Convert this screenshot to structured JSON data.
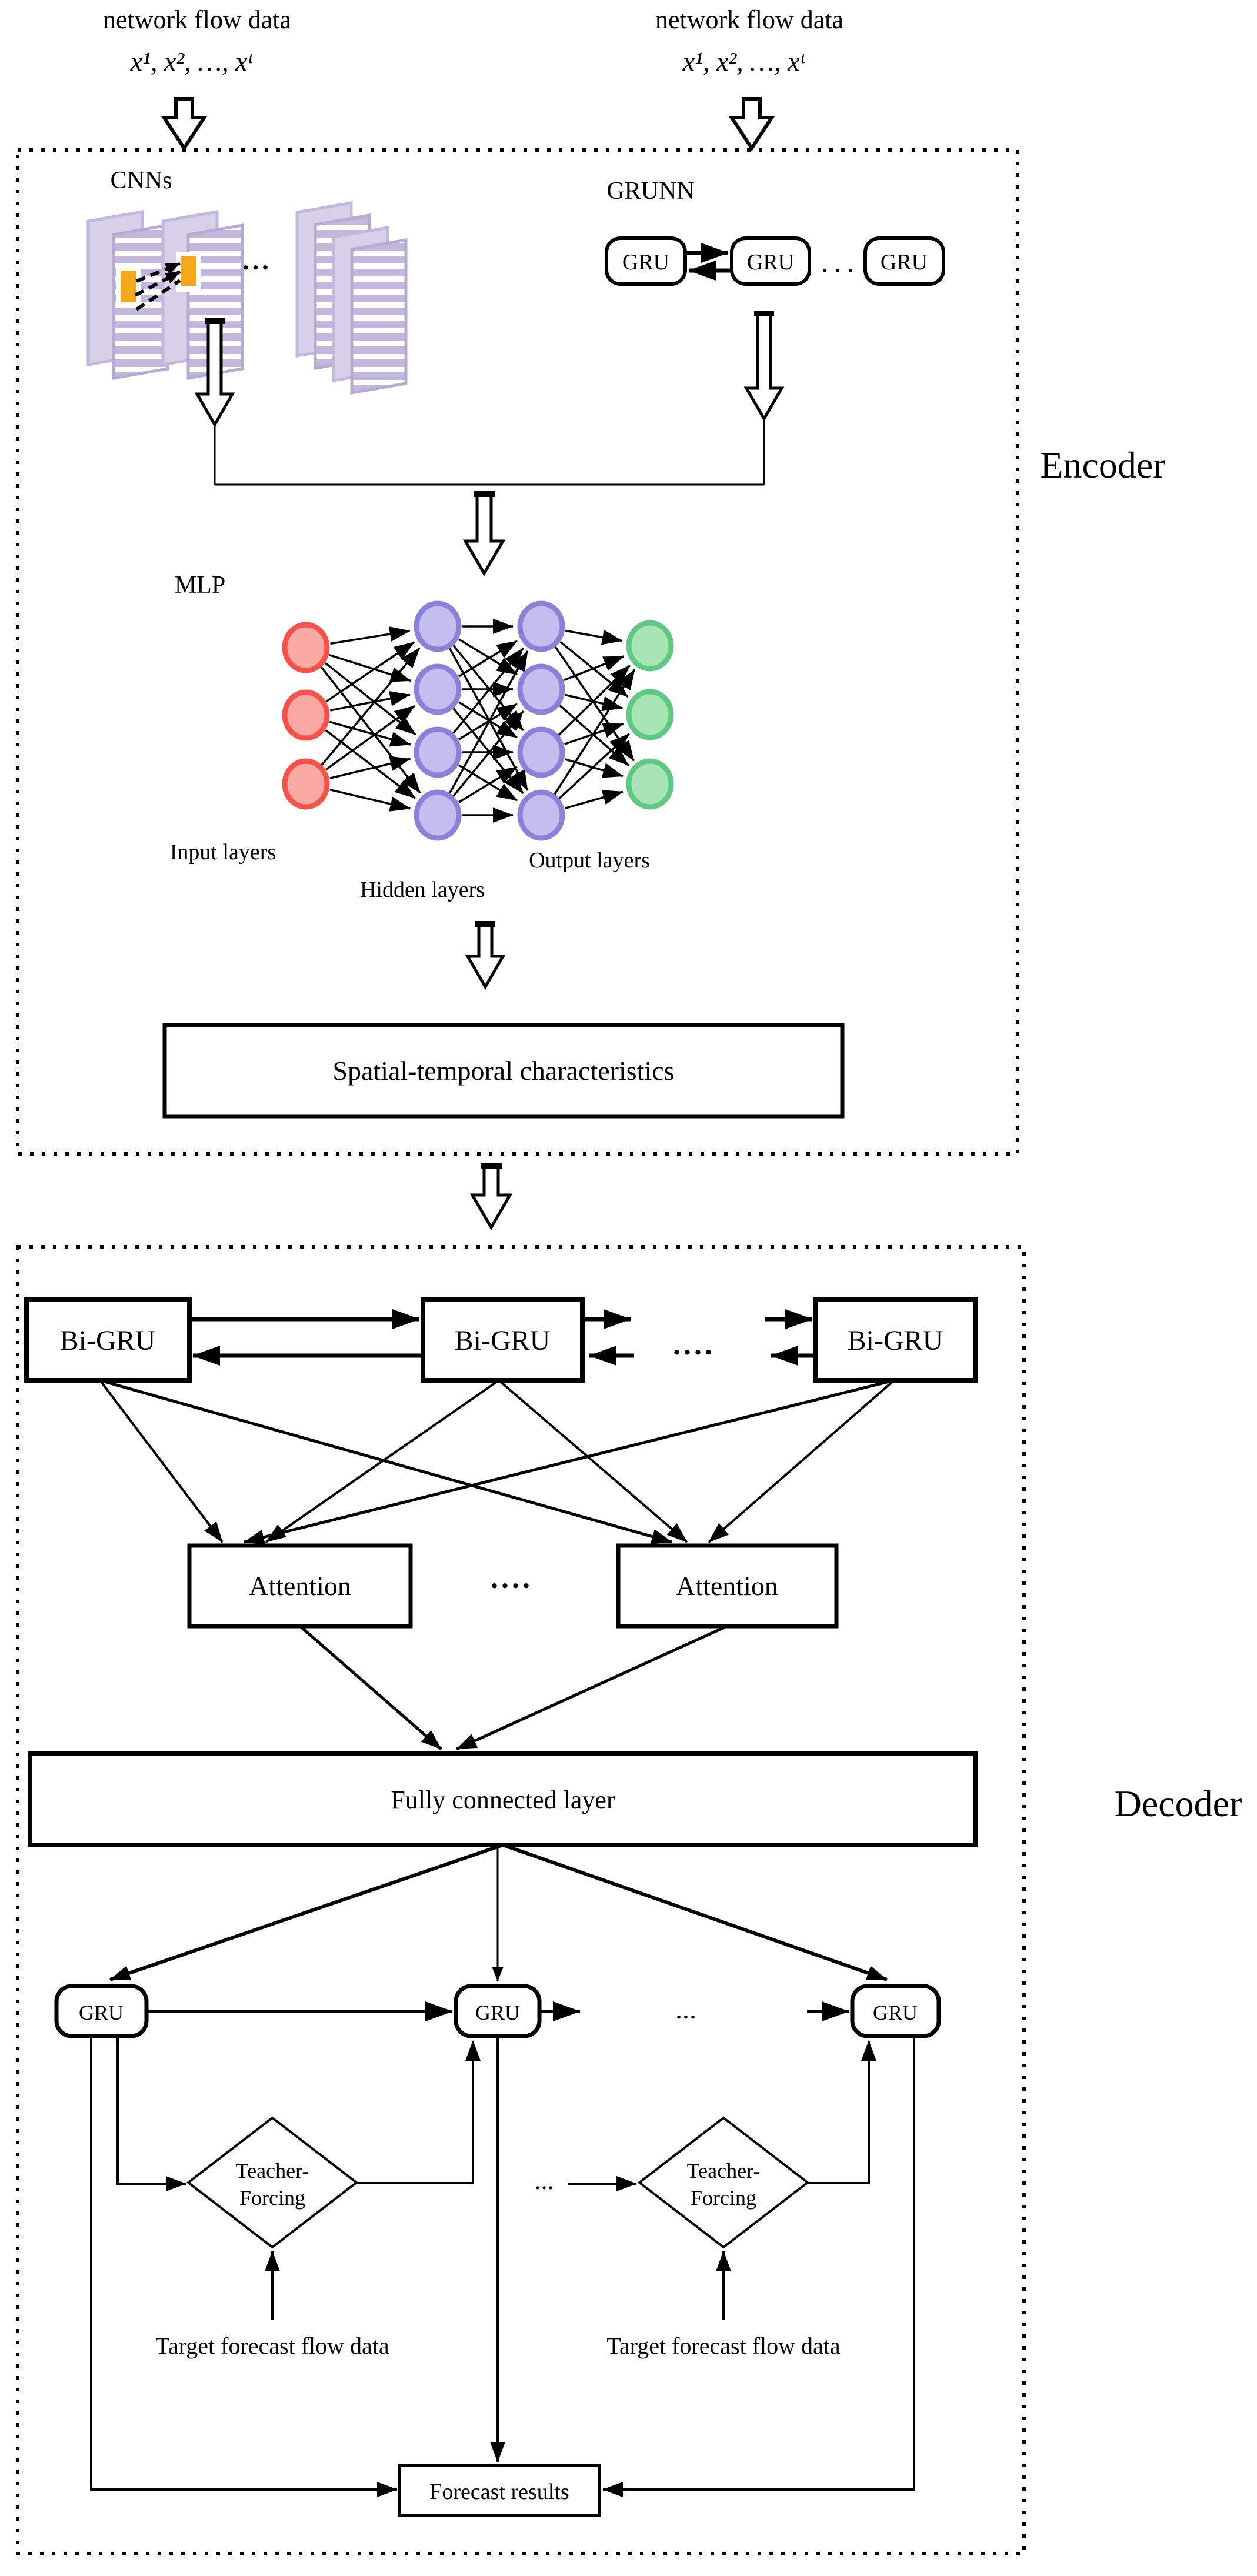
{
  "inputs": {
    "left": {
      "title": "network flow data",
      "formula": "x¹, x², …, xᵗ"
    },
    "right": {
      "title": "network flow data",
      "formula": "x¹, x², …, xᵗ"
    }
  },
  "encoder": {
    "label": "Encoder",
    "cnn": {
      "label": "CNNs",
      "ellipsis": "..."
    },
    "grunn": {
      "label": "GRUNN",
      "units": [
        "GRU",
        "GRU",
        "GRU"
      ],
      "ellipsis": ". . ."
    },
    "mlp": {
      "label": "MLP",
      "input_label": "Input layers",
      "hidden_label": "Hidden layers",
      "output_label": "Output layers"
    },
    "output_box": "Spatial-temporal characteristics"
  },
  "decoder": {
    "label": "Decoder",
    "bigru": {
      "units": [
        "Bi-GRU",
        "Bi-GRU",
        "Bi-GRU"
      ],
      "ellipsis": "...."
    },
    "attention": {
      "units": [
        "Attention",
        "Attention"
      ],
      "ellipsis": "...."
    },
    "fc_label": "Fully connected layer",
    "gru": {
      "units": [
        "GRU",
        "GRU",
        "GRU"
      ],
      "ellipsis": "..."
    },
    "teacher_forcing": {
      "line1": "Teacher-",
      "line2": "Forcing"
    },
    "tf_ellipsis": "...",
    "target_label": "Target forecast flow data",
    "forecast_label": "Forecast results"
  },
  "colors": {
    "line": "#000000",
    "node_input_fill": "#F9A8A2",
    "node_input_stroke": "#F4524A",
    "node_hidden_fill": "#C3BDF0",
    "node_hidden_stroke": "#8A82D8",
    "node_output_fill": "#A7E6B4",
    "node_output_stroke": "#5FC882",
    "cnn_back_fill": "#D8D0E8",
    "cnn_back_stroke": "#C3B8DC",
    "cnn_front_base": "#C3B8DC",
    "cnn_front_stroke": "#B7ABD4",
    "cnn_patch": "#F5A81C"
  }
}
